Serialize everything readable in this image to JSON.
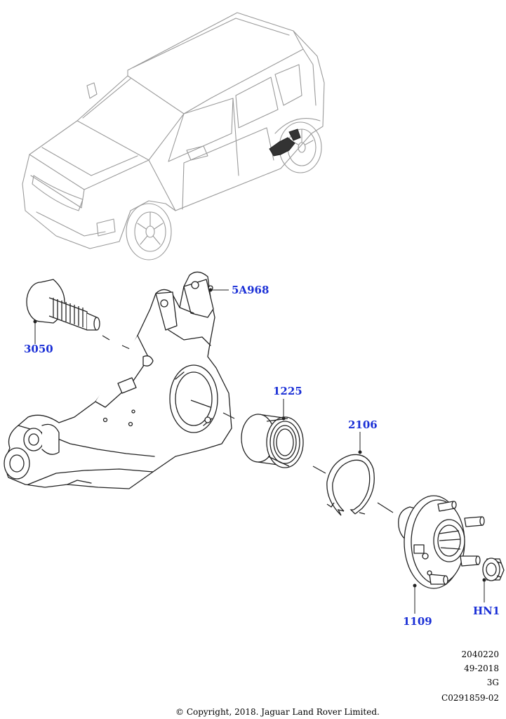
{
  "callouts": {
    "knuckle": "5A968",
    "shaft": "3050",
    "bearing": "1225",
    "circlip": "2106",
    "hub": "1109",
    "nut": "HN1"
  },
  "meta": {
    "line1": "2040220",
    "line2": "49-2018",
    "line3": "3G",
    "line4": "C0291859-02"
  },
  "copyright": "© Copyright, 2018. Jaguar Land Rover Limited.",
  "colors": {
    "callout": "#1a2fd6",
    "line_art": "#222222",
    "vehicle_line": "#9a9a9a",
    "highlight_part": "#333333"
  }
}
